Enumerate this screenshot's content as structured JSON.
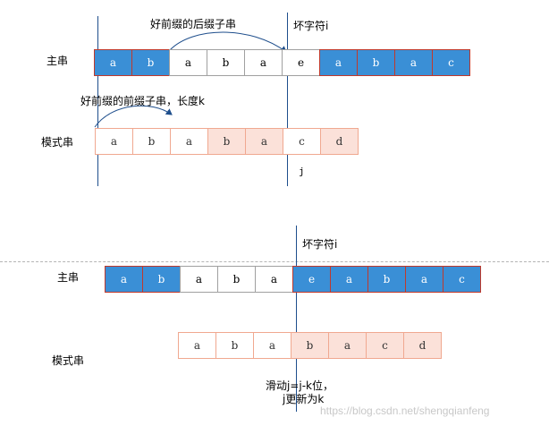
{
  "top": {
    "labels": {
      "good_suffix_arrow": "好前缀的后缀子串",
      "bad_char": "坏字符i",
      "main": "主串",
      "good_prefix_arrow": "好前缀的前缀子串，长度k",
      "pattern": "模式串",
      "j": "j"
    },
    "main_cells": [
      {
        "ch": "a",
        "style": "blue"
      },
      {
        "ch": "b",
        "style": "blue"
      },
      {
        "ch": "a",
        "style": "white"
      },
      {
        "ch": "b",
        "style": "white"
      },
      {
        "ch": "a",
        "style": "white"
      },
      {
        "ch": "e",
        "style": "white"
      },
      {
        "ch": "a",
        "style": "blue"
      },
      {
        "ch": "b",
        "style": "blue"
      },
      {
        "ch": "a",
        "style": "blue"
      },
      {
        "ch": "c",
        "style": "blue"
      }
    ],
    "pattern_cells": [
      {
        "ch": "a",
        "style": "plain"
      },
      {
        "ch": "b",
        "style": "plain"
      },
      {
        "ch": "a",
        "style": "plain"
      },
      {
        "ch": "b",
        "style": "pink"
      },
      {
        "ch": "a",
        "style": "pink"
      },
      {
        "ch": "c",
        "style": "plain"
      },
      {
        "ch": "d",
        "style": "pink"
      }
    ]
  },
  "bottom": {
    "labels": {
      "bad_char": "坏字符i",
      "main": "主串",
      "pattern": "模式串",
      "slide_line1": "滑动j=j-k位，",
      "slide_line2": "j更新为k"
    },
    "main_cells": [
      {
        "ch": "a",
        "style": "blue"
      },
      {
        "ch": "b",
        "style": "blue"
      },
      {
        "ch": "a",
        "style": "white"
      },
      {
        "ch": "b",
        "style": "white"
      },
      {
        "ch": "a",
        "style": "white"
      },
      {
        "ch": "e",
        "style": "blue"
      },
      {
        "ch": "a",
        "style": "blue"
      },
      {
        "ch": "b",
        "style": "blue"
      },
      {
        "ch": "a",
        "style": "blue"
      },
      {
        "ch": "c",
        "style": "blue"
      }
    ],
    "pattern_cells": [
      {
        "ch": "a",
        "style": "plain"
      },
      {
        "ch": "b",
        "style": "plain"
      },
      {
        "ch": "a",
        "style": "plain"
      },
      {
        "ch": "b",
        "style": "pink"
      },
      {
        "ch": "a",
        "style": "pink"
      },
      {
        "ch": "c",
        "style": "pink"
      },
      {
        "ch": "d",
        "style": "pink"
      }
    ]
  },
  "watermark": "https://blog.csdn.net/shengqianfeng",
  "colors": {
    "main_blue": "#3a8fd6",
    "main_border": "#c0392b",
    "pattern_border": "#f0a890",
    "pattern_pink": "#fbe1d9",
    "alignment_line": "#1e4e8c"
  }
}
